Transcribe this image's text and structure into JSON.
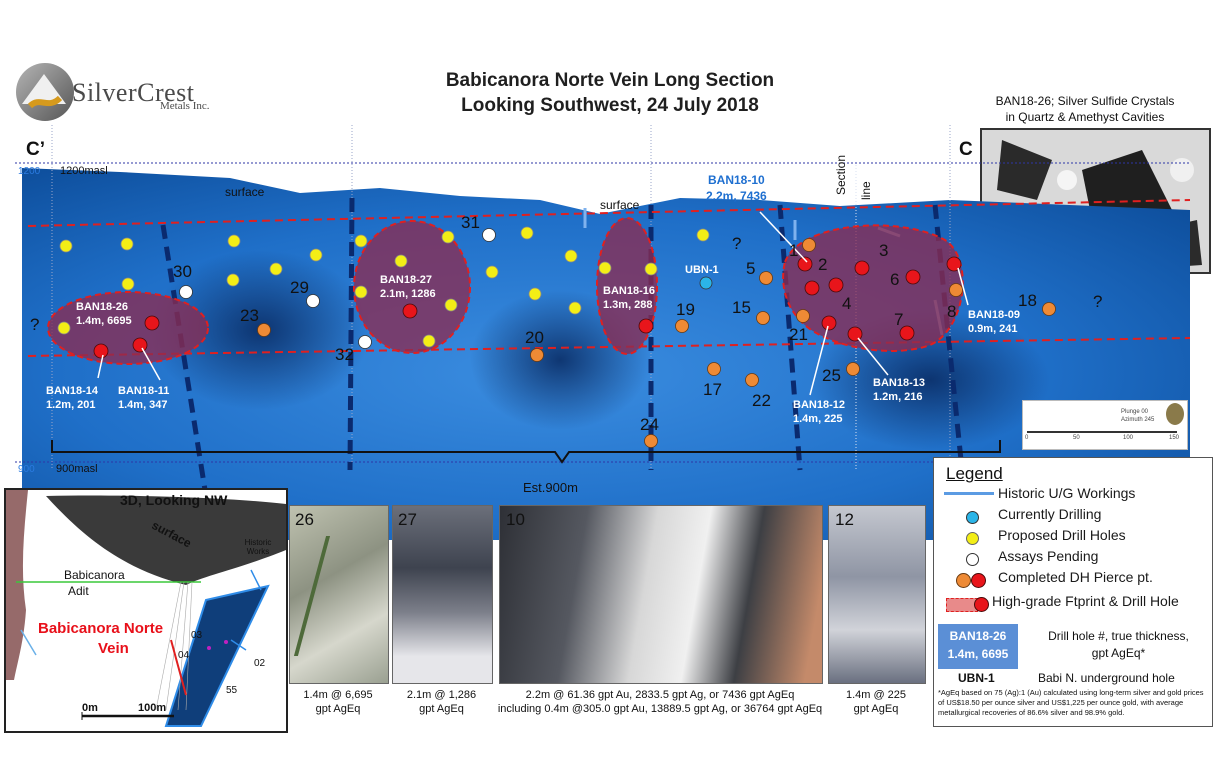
{
  "title": {
    "line1": "Babicanora Norte Vein Long Section",
    "line2": "Looking Southwest, 24 July 2018"
  },
  "logo": {
    "name": "SilverCrest",
    "sub": "Metals Inc."
  },
  "photo_caption": {
    "line1": "BAN18-26; Silver Sulfide Crystals",
    "line2": "in Quartz & Amethyst Cavities"
  },
  "section": {
    "left_label": "C’",
    "right_label": "C",
    "elev_top_num": "1200",
    "elev_top": "1200masl",
    "elev_bottom_num": "900",
    "elev_bottom": "900masl",
    "surface_left": "surface",
    "surface_right": "surface",
    "section_line_1": "Section",
    "section_line_2": "line",
    "strike_length": "Est.900m",
    "question": "?"
  },
  "holes": {
    "ban18_10": {
      "id": "BAN18-10",
      "val": "2.2m, 7436"
    },
    "ban18_26": {
      "id": "BAN18-26",
      "val": "1.4m, 6695"
    },
    "ban18_27": {
      "id": "BAN18-27",
      "val": "2.1m, 1286"
    },
    "ban18_16": {
      "id": "BAN18-16",
      "val": "1.3m, 288"
    },
    "ban18_14": {
      "id": "BAN18-14",
      "val": "1.2m, 201"
    },
    "ban18_11": {
      "id": "BAN18-11",
      "val": "1.4m, 347"
    },
    "ban18_12": {
      "id": "BAN18-12",
      "val": "1.4m, 225"
    },
    "ban18_13": {
      "id": "BAN18-13",
      "val": "1.2m, 216"
    },
    "ban18_09": {
      "id": "BAN18-09",
      "val": "0.9m, 241"
    },
    "ubn": "UBN-1",
    "numbers": [
      "30",
      "31",
      "29",
      "23",
      "32",
      "20",
      "19",
      "24",
      "17",
      "22",
      "25",
      "21",
      "15",
      "5",
      "1",
      "2",
      "3",
      "4",
      "6",
      "7",
      "8",
      "18"
    ]
  },
  "scale_box": {
    "plunge": "Plunge 00",
    "azimuth": "Azimuth 245",
    "ticks": [
      "0",
      "50",
      "100",
      "150"
    ]
  },
  "inset": {
    "title": "3D, Looking NW",
    "surface": "surface",
    "historic": "Historic\nWorks",
    "adit_1": "Babicanora",
    "adit_2": "Adit",
    "vein_1": "Babicanora Norte",
    "vein_2": "Vein",
    "n03": "03",
    "n04": "04",
    "n02": "02",
    "n55": "55",
    "scale_0": "0m",
    "scale_100": "100m"
  },
  "cores": [
    {
      "num": "26",
      "cap1": "1.4m @ 6,695",
      "cap2": "gpt AgEq"
    },
    {
      "num": "27",
      "cap1": "2.1m @ 1,286",
      "cap2": "gpt AgEq"
    },
    {
      "num": "10",
      "cap1": "2.2m @ 61.36 gpt Au, 2833.5 gpt Ag, or 7436 gpt AgEq",
      "cap2": "including 0.4m @305.0 gpt Au, 13889.5 gpt Ag, or 36764 gpt AgEq"
    },
    {
      "num": "12",
      "cap1": "1.4m @ 225",
      "cap2": "gpt AgEq"
    }
  ],
  "legend": {
    "title": "Legend",
    "items": [
      "Historic U/G Workings",
      "Currently Drilling",
      "Proposed Drill Holes",
      "Assays Pending",
      "Completed DH Pierce pt.",
      "High-grade Ftprint & Drill Hole"
    ],
    "box_id": "BAN18-26",
    "box_val": "1.4m, 6695",
    "box_desc_1": "Drill hole #, true thickness,",
    "box_desc_2": "gpt AgEq*",
    "ubn_id": "UBN-1",
    "ubn_desc": "Babi N. underground hole",
    "footnote": "*AgEq based on 75 (Ag):1 (Au) calculated using long-term silver and gold prices of US$18.50 per ounce silver and US$1,225 per ounce gold, with average  metallurgical recoveries of 86.6% silver and 98.9% gold."
  },
  "colors": {
    "section_blue": "#1f6fc8",
    "deep_blue": "#0b3f8a",
    "footprint": "#8a2b52",
    "proposed": "#f3ee16",
    "completed": "#ee8a35",
    "highgrade": "#e8151b",
    "current": "#2bb5e8"
  }
}
